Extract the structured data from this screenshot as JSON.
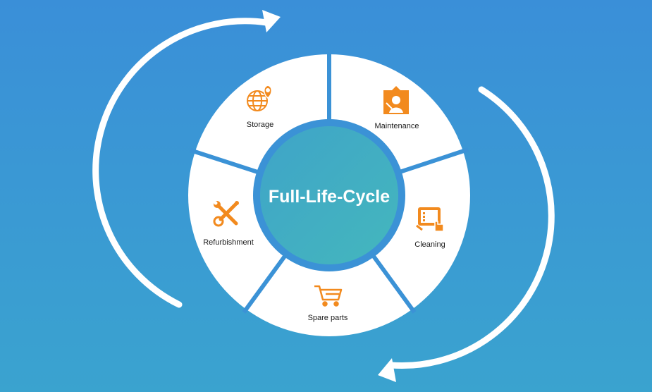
{
  "center": {
    "title": "Full-Life-Cycle"
  },
  "segments": [
    {
      "label": "Storage",
      "icon": "globe-location-icon"
    },
    {
      "label": "Maintenance",
      "icon": "repair-worker-icon"
    },
    {
      "label": "Cleaning",
      "icon": "touch-screen-icon"
    },
    {
      "label": "Spare parts",
      "icon": "shopping-cart-icon"
    },
    {
      "label": "Refurbishment",
      "icon": "wrench-screwdriver-icon"
    }
  ],
  "colors": {
    "background_top": "#3a8fd8",
    "background_bottom": "#3aa3cf",
    "ring_fill": "#ffffff",
    "separator": "#3b92d6",
    "center_gradient_start": "#3fa4c8",
    "center_gradient_end": "#44b7bd",
    "icon_accent": "#f28a1e",
    "arrow": "#ffffff"
  }
}
